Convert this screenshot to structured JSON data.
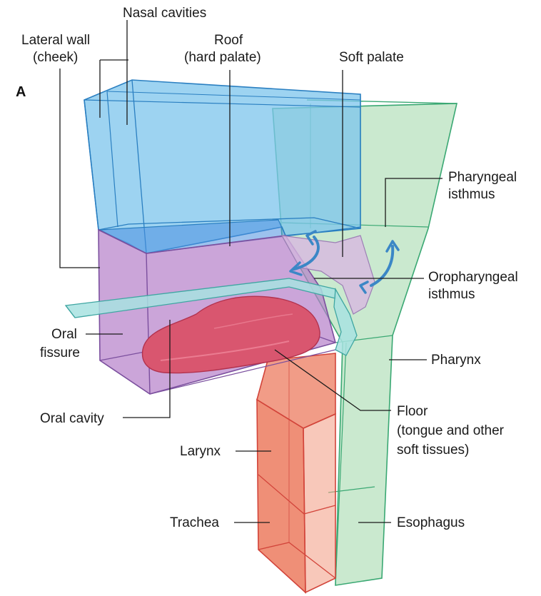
{
  "panel_letter": "A",
  "labels": {
    "nasal_cavities": "Nasal cavities",
    "lateral_wall_l1": "Lateral wall",
    "lateral_wall_l2": "(cheek)",
    "roof_l1": "Roof",
    "roof_l2": "(hard palate)",
    "soft_palate": "Soft palate",
    "pharyngeal_isthmus_l1": "Pharyngeal",
    "pharyngeal_isthmus_l2": "isthmus",
    "oropharyngeal_isthmus_l1": "Oropharyngeal",
    "oropharyngeal_isthmus_l2": "isthmus",
    "oral_fissure_l1": "Oral",
    "oral_fissure_l2": "fissure",
    "pharynx": "Pharynx",
    "oral_cavity": "Oral cavity",
    "floor_l1": "Floor",
    "floor_l2": "(tongue and other",
    "floor_l3": "soft tissues)",
    "larynx": "Larynx",
    "trachea": "Trachea",
    "esophagus": "Esophagus"
  },
  "colors": {
    "nasal_blue": "#7cc4ec",
    "nasal_edge": "#2a7fc1",
    "oral_purple": "#b57fc9",
    "oral_edge": "#7b4f9e",
    "pharynx_green": "#9fd7a8",
    "pharynx_edge": "#3aa873",
    "larynx_red": "#ec7b5f",
    "larynx_edge": "#d2443a",
    "tongue": "#d9566f",
    "arrow_blue": "#3b87c6"
  }
}
